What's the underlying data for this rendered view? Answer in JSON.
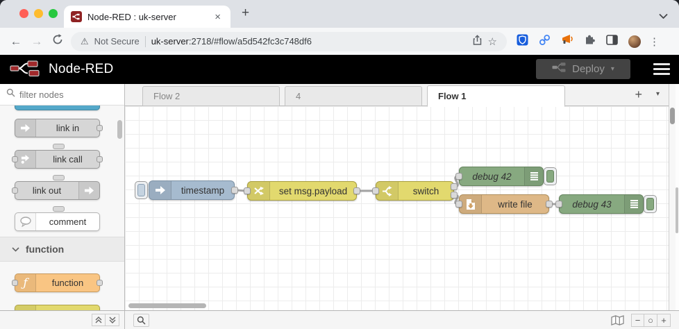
{
  "browser": {
    "tab_title": "Node-RED : uk-server",
    "close_glyph": "×",
    "new_tab_glyph": "+",
    "back_glyph": "←",
    "forward_glyph": "→",
    "warning_glyph": "⚠",
    "security_label": "Not Secure",
    "url_host": "uk-server",
    "url_path": ":2718/#flow/a5d542fc3c748df6",
    "star_glyph": "☆",
    "menu_glyph": "⋮"
  },
  "header": {
    "title": "Node-RED",
    "deploy_label": "Deploy",
    "deploy_caret": "▾"
  },
  "sidebar": {
    "filter_placeholder": "filter nodes",
    "category_label": "function",
    "items": [
      {
        "label": "link in"
      },
      {
        "label": "link call"
      },
      {
        "label": "link out"
      },
      {
        "label": "comment"
      },
      {
        "label": "function"
      }
    ]
  },
  "workspace": {
    "tabs": [
      {
        "label": "Flow 2"
      },
      {
        "label": "4"
      },
      {
        "label": "Flow 1"
      }
    ],
    "add_tab_glyph": "+",
    "tab_menu_caret": "▾"
  },
  "flow": {
    "nodes": [
      {
        "label": "timestamp",
        "type": "inject"
      },
      {
        "label": "set msg.payload",
        "type": "change"
      },
      {
        "label": "switch",
        "type": "switch"
      },
      {
        "label": "debug 42",
        "type": "debug"
      },
      {
        "label": "write file",
        "type": "file"
      },
      {
        "label": "debug 43",
        "type": "debug"
      }
    ]
  },
  "footer": {
    "zoom_out_glyph": "−",
    "zoom_reset_glyph": "○",
    "zoom_in_glyph": "+"
  },
  "colors": {
    "inject": "#a6bbcf",
    "change": "#e2d96e",
    "switch": "#e2d96e",
    "debug": "#87a980",
    "file": "#deb887",
    "function": "#f9c583",
    "link": "#d6d6d6",
    "comment": "#ffffff",
    "header_bg": "#000000",
    "brand_red": "#8f2223",
    "wire": "#a3a3a3",
    "bitwarden_blue": "#175ddc",
    "link_ext_blue": "#4285f4",
    "megaphone_orange": "#e8710a"
  }
}
